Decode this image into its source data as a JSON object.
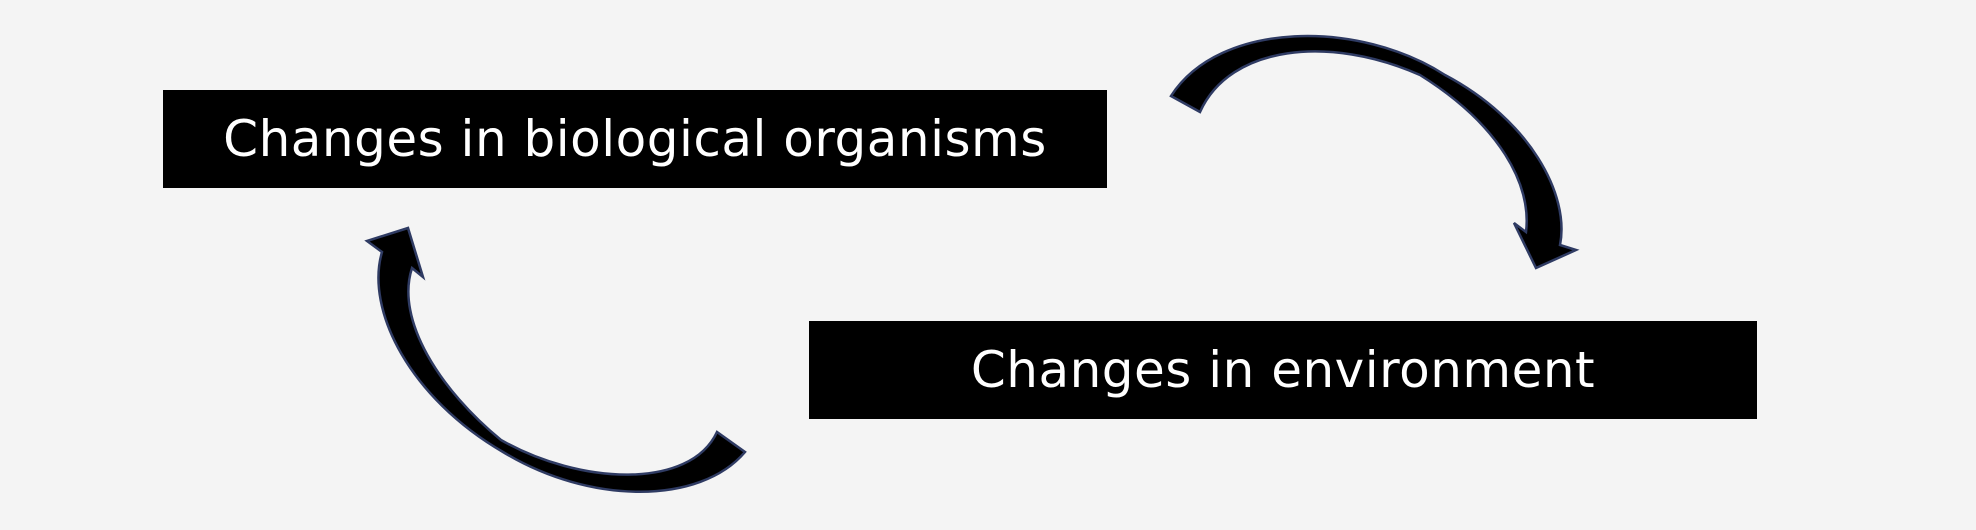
{
  "diagram": {
    "nodes": [
      {
        "id": "organisms",
        "label": "Changes in biological organisms"
      },
      {
        "id": "environment",
        "label": "Changes in environment"
      }
    ],
    "edges": [
      {
        "from": "organisms",
        "to": "environment",
        "style": "curved-arrow"
      },
      {
        "from": "environment",
        "to": "organisms",
        "style": "curved-arrow"
      }
    ]
  },
  "colors": {
    "background": "#f4f4f4",
    "box_fill": "#000000",
    "box_text": "#ffffff",
    "arrow_fill": "#000000",
    "arrow_stroke": "#2f3b63"
  }
}
